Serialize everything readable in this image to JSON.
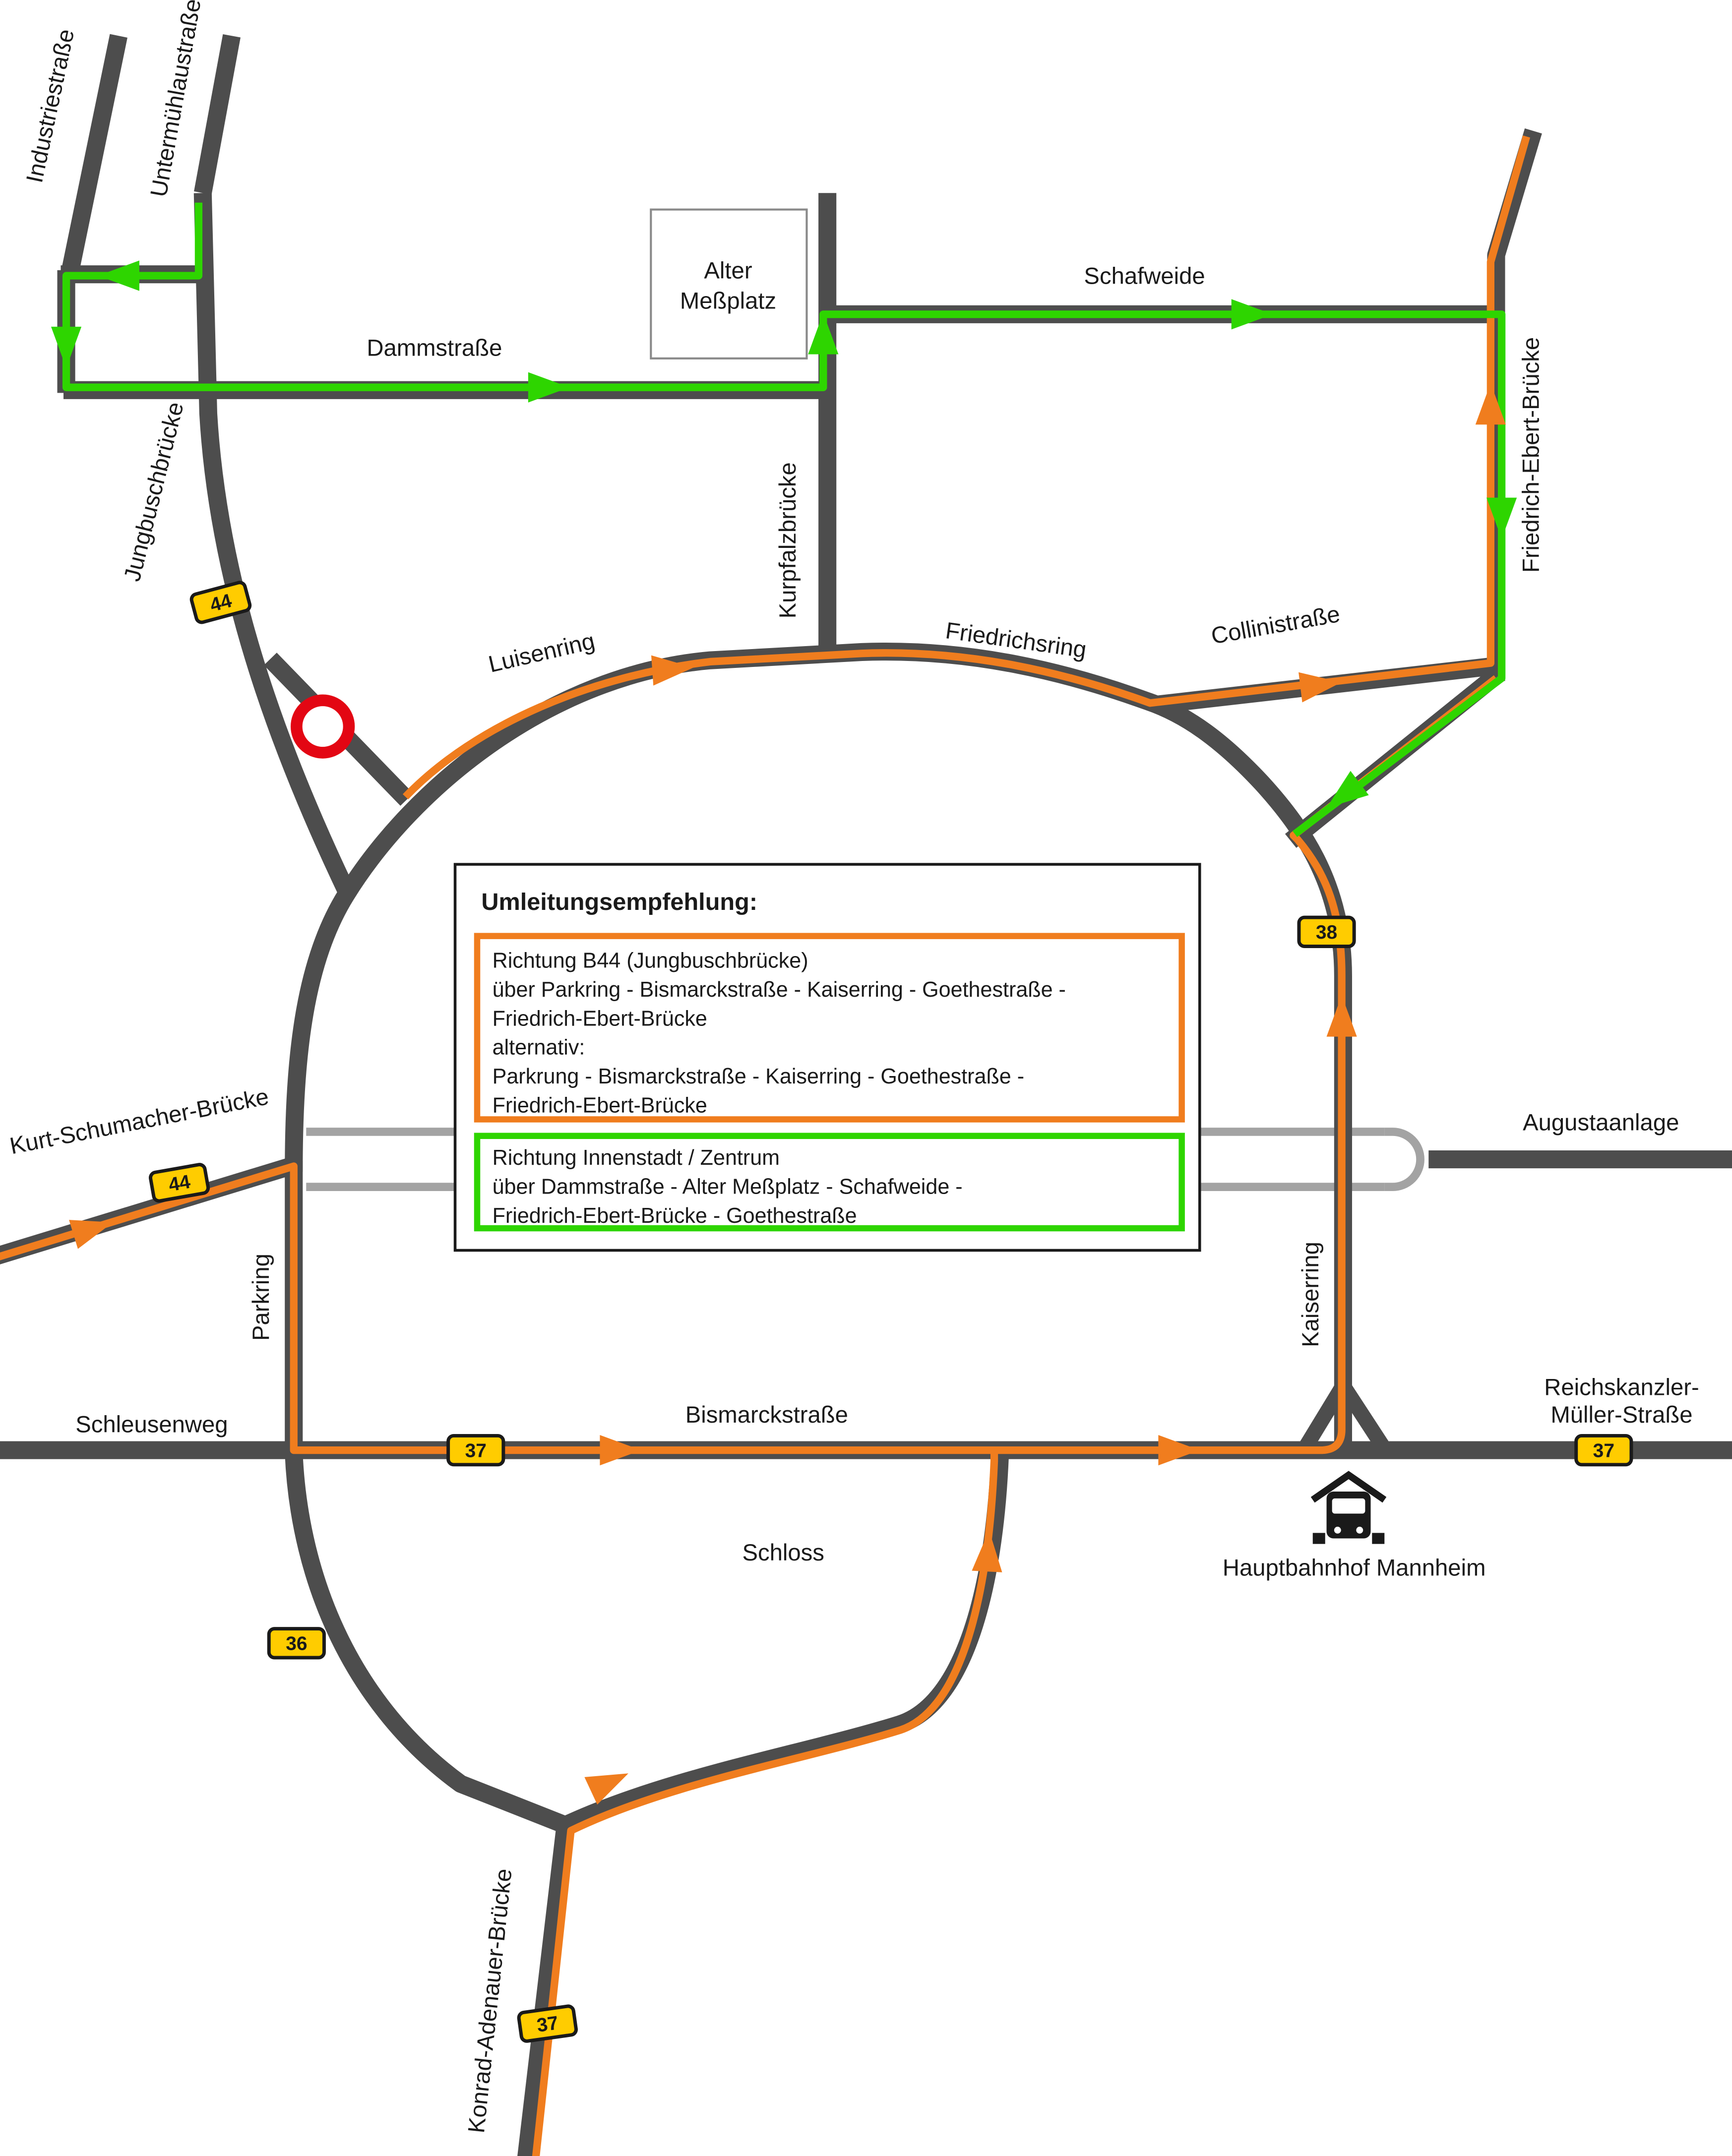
{
  "colors": {
    "road": "#4d4d4d",
    "road_light": "#a3a3a3",
    "detour_orange": "#f07d1e",
    "detour_green": "#2ed500",
    "badge_yellow": "#ffcc00",
    "closure_red": "#e30613"
  },
  "streets": {
    "industriestrasse": "Industriestraße",
    "untermuehlaustrasse": "Untermühlaustraße",
    "jungbuschbruecke": "Jungbuschbrücke",
    "dammstrasse": "Dammstraße",
    "kurpfalzbruecke": "Kurpfalzbrücke",
    "schafweide": "Schafweide",
    "friedrich_ebert_bruecke": "Friedrich-Ebert-Brücke",
    "luisenring": "Luisenring",
    "friedrichsring": "Friedrichsring",
    "collinistrasse": "Collinistraße",
    "kurt_schumacher_bruecke": "Kurt-Schumacher-Brücke",
    "augustaanlage": "Augustaanlage",
    "parkring": "Parkring",
    "kaiserring": "Kaiserring",
    "schleusenweg": "Schleusenweg",
    "bismarckstrasse": "Bismarckstraße",
    "reichskanzler_line1": "Reichskanzler-",
    "reichskanzler_line2": "Müller-Straße",
    "konrad_adenauer_bruecke": "Konrad-Adenauer-Brücke"
  },
  "places": {
    "alter_messplatz_line1": "Alter",
    "alter_messplatz_line2": "Meßplatz",
    "schloss": "Schloss",
    "hauptbahnhof": "Hauptbahnhof Mannheim"
  },
  "route_badges": {
    "b44_jungbusch": "44",
    "b44_ksb": "44",
    "b38": "38",
    "b37_bismarck": "37",
    "b37_reichskanzler": "37",
    "b37_konrad_adenauer": "37",
    "b36": "36"
  },
  "legend": {
    "title": "Umleitungsempfehlung:",
    "orange_route": {
      "color": "#f07d1e",
      "lines": [
        "Richtung B44 (Jungbuschbrücke)",
        "über Parkring - Bismarckstraße - Kaiserring - Goethestraße -",
        "Friedrich-Ebert-Brücke",
        "alternativ:",
        "Parkrung - Bismarckstraße - Kaiserring - Goethestraße -",
        "Friedrich-Ebert-Brücke"
      ]
    },
    "green_route": {
      "color": "#2ed500",
      "lines": [
        "Richtung Innenstadt / Zentrum",
        "über Dammstraße - Alter Meßplatz - Schafweide -",
        "Friedrich-Ebert-Brücke - Goethestraße"
      ]
    }
  }
}
